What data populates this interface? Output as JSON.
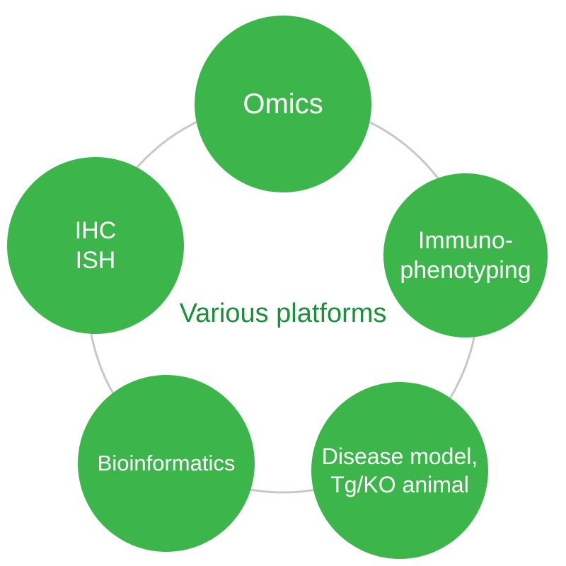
{
  "center_label": "Various platforms",
  "nodes": [
    {
      "id": "omics",
      "lines": [
        "Omics"
      ]
    },
    {
      "id": "immuno",
      "lines": [
        "Immuno-",
        "phenotyping"
      ]
    },
    {
      "id": "disease",
      "lines": [
        "Disease model,",
        "Tg/KO animal"
      ]
    },
    {
      "id": "bioinf",
      "lines": [
        "Bioinformatics"
      ]
    },
    {
      "id": "ihc",
      "lines": [
        "IHC",
        "ISH"
      ]
    }
  ],
  "colors": {
    "node_fill": "#3cb54a",
    "ring": "#c8c8c8",
    "center_text": "#1a8f3c",
    "node_text": "#ffffff"
  }
}
